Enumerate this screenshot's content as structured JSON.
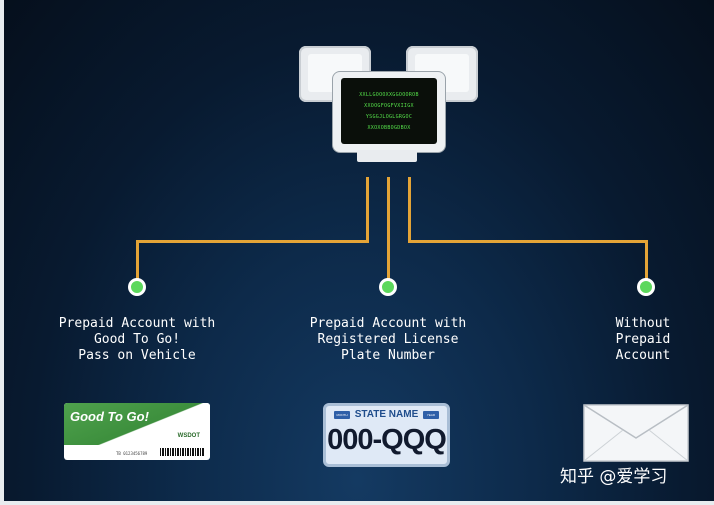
{
  "computer": {
    "screen_lines": [
      "XXLLGOOOXXGGOOOROB",
      "XXOOGFOGFVXIIGX",
      "YSGGJLOGLGRGOC",
      "XXOXOBBOGDBOX"
    ]
  },
  "branches": [
    {
      "label": "Prepaid Account with\nGood To Go!\nPass on Vehicle",
      "image": "good-to-go-pass"
    },
    {
      "label": "Prepaid Account with\nRegistered License\nPlate Number",
      "image": "license-plate"
    },
    {
      "label": "Without\nPrepaid\nAccount",
      "image": "envelope"
    }
  ],
  "pass": {
    "logo": "Good To Go!",
    "issuer": "WSDOT",
    "serial": "TB 0123456789"
  },
  "plate": {
    "header": "STATE NAME",
    "tab_left": "MONTH",
    "tab_right": "YEAR",
    "number": "000-QQQ"
  },
  "watermark": "知乎 @爱学习",
  "colors": {
    "line": "#e4a437",
    "node": "#5cd85c",
    "screen_text": "#55e04a",
    "background": "#0d2a4a"
  }
}
